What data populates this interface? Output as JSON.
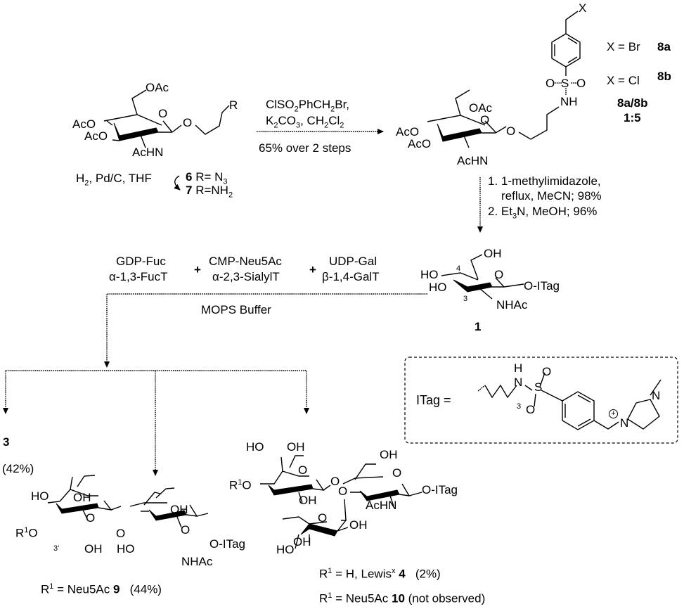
{
  "scheme": {
    "start_material": {
      "substituents": {
        "oac": "OAc",
        "aco_top": "AcO",
        "aco_bottom": "AcO",
        "achn": "AcHN",
        "ring_o": "O",
        "glyco_o": "O",
        "r": "R"
      },
      "compound_6": {
        "label": "6",
        "def": "R= N",
        "sub": "3"
      },
      "compound_7": {
        "label": "7",
        "def": "R=NH",
        "sub": "2"
      },
      "reduction_conditions": {
        "pre": "H",
        "sub": "2",
        "post": ", Pd/C, THF"
      }
    },
    "step1": {
      "reagent_line1": {
        "a": "ClSO",
        "a_sub": "2",
        "b": "PhCH",
        "b_sub": "2",
        "c": "Br,"
      },
      "reagent_line2": {
        "a": "K",
        "a_sub": "2",
        "b": "CO",
        "b_sub": "3",
        "c": ", CH",
        "c_sub": "2",
        "d": "Cl",
        "d_sub": "2"
      },
      "yield": "65% over 2 steps"
    },
    "intermediate_8": {
      "substituents": {
        "oac": "OAc",
        "aco_top": "AcO",
        "aco_bottom": "AcO",
        "achn": "AcHN",
        "ring_o": "O",
        "glyco_o": "O",
        "nh": "NH",
        "s": "S",
        "o_left": "O",
        "o_right": "O",
        "x": "X"
      },
      "variants": [
        {
          "def": "X = Br",
          "label": "8a"
        },
        {
          "def": "X = Cl",
          "label": "8b"
        }
      ],
      "ratio_label": "8a/8b",
      "ratio": "1:5"
    },
    "step2": {
      "line1": "1. 1-methylimidazole,",
      "line2": "reflux, MeCN; 98%",
      "line3": {
        "pre": "2. Et",
        "sub": "3",
        "post": "N, MeOH; 96%"
      }
    },
    "compound_1": {
      "label": "1",
      "substituents": {
        "oh": "OH",
        "ho_top": "HO",
        "ho_bottom": "HO",
        "nhac": "NHAc",
        "ring_o": "O",
        "otag": "O-ITag",
        "pos4": "4",
        "pos3": "3"
      }
    },
    "enzymes": [
      {
        "donor": "GDP-Fuc",
        "enzyme": "α-1,3-FucT"
      },
      {
        "donor": "CMP-Neu5Ac",
        "enzyme": "α-2,3-SialylT"
      },
      {
        "donor": "UDP-Gal",
        "enzyme": "β-1,4-GalT"
      }
    ],
    "plus": "+",
    "buffer": "MOPS Buffer",
    "itag_definition": {
      "label": "ITag =",
      "h": "H",
      "n": "N",
      "s": "S",
      "o1": "O",
      "o2": "O",
      "sub3": "3",
      "imid_n1": "N",
      "imid_n2": "N",
      "charge": "+"
    },
    "products": {
      "compound_3": {
        "label": "3",
        "yield": "(42%)"
      },
      "compound_9": {
        "substituents": {
          "ho": "HO",
          "oh1": "OH",
          "r1o": "R",
          "r1_sup": "1",
          "r1o_o": "O",
          "pos3p": "3'",
          "oh2": "OH",
          "link_o": "O",
          "ho2": "HO",
          "oh3": "OH",
          "ring_o1": "O",
          "ring_o2": "O",
          "nhac": "NHAc",
          "otag": "O-ITag"
        },
        "caption": {
          "r": "R",
          "sup": "1",
          "def": " = Neu5Ac ",
          "label": "9",
          "yield": "(44%)"
        }
      },
      "compound_4_10": {
        "substituents": {
          "ho": "HO",
          "oh1": "OH",
          "r1": "R",
          "r1_sup": "1",
          "r1o_o": "O",
          "oh2": "OH",
          "link_o1": "O",
          "link_o2": "O",
          "oh3": "OH",
          "ring_o1": "O",
          "ring_o2": "O",
          "ring_o3": "O",
          "achn": "AcHN",
          "otag": "O-ITag",
          "fuc_oh": "OH",
          "fuc_ho": "HO",
          "fuc_oh2": "OH"
        },
        "captions": [
          {
            "r": "R",
            "sup": "1",
            "def": " = H, Lewis",
            "def_sup": "x",
            "label": " 4",
            "yield": "(2%)"
          },
          {
            "r": "R",
            "sup": "1",
            "def": " = Neu5Ac  ",
            "label": "10",
            "yield": " (not observed)"
          }
        ]
      }
    }
  }
}
